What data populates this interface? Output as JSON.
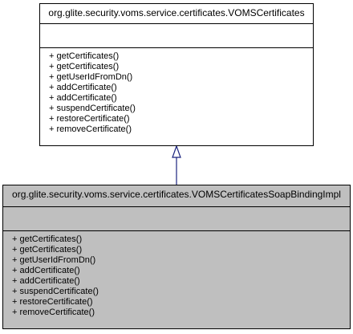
{
  "base_class": {
    "name": "org.glite.security.voms.service.certificates.VOMSCertificates",
    "methods": [
      "+ getCertificates()",
      "+ getCertificates()",
      "+ getUserIdFromDn()",
      "+ addCertificate()",
      "+ addCertificate()",
      "+ suspendCertificate()",
      "+ restoreCertificate()",
      "+ removeCertificate()"
    ]
  },
  "derived_class": {
    "name": "org.glite.security.voms.service.certificates.VOMSCertificatesSoapBindingImpl",
    "methods": [
      "+ getCertificates()",
      "+ getCertificates()",
      "+ getUserIdFromDn()",
      "+ addCertificate()",
      "+ addCertificate()",
      "+ suspendCertificate()",
      "+ restoreCertificate()",
      "+ removeCertificate()"
    ]
  },
  "colors": {
    "derived_fill": "#bfbfbf",
    "connector": "#1a237e"
  }
}
